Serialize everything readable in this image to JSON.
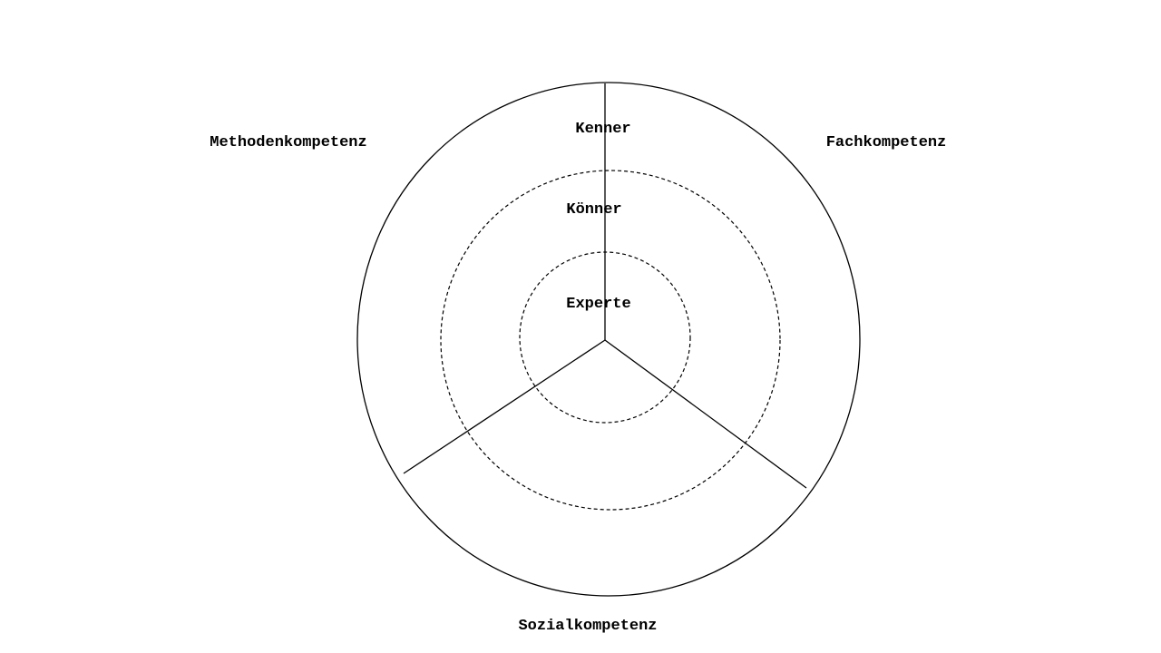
{
  "diagram": {
    "type": "competence-circle",
    "levels": {
      "outer": "Kenner",
      "middle": "Könner",
      "inner": "Experte"
    },
    "sectors": {
      "left": "Methodenkompetenz",
      "right": "Fachkompetenz",
      "bottom": "Sozialkompetenz"
    }
  }
}
